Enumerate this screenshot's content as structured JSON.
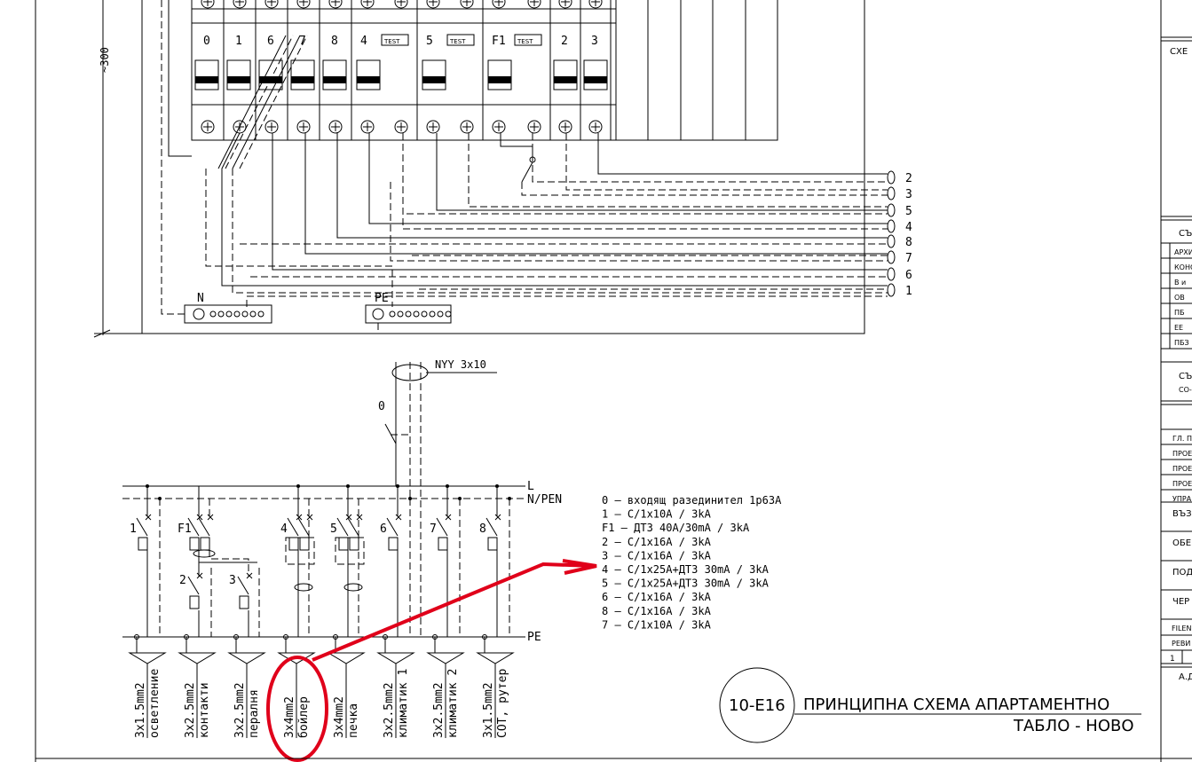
{
  "top_panel": {
    "dimension": "~300",
    "breakers": [
      {
        "label": "0",
        "test": ""
      },
      {
        "label": "1",
        "test": ""
      },
      {
        "label": "6",
        "test": ""
      },
      {
        "label": "7",
        "test": ""
      },
      {
        "label": "8",
        "test": ""
      },
      {
        "label": "4",
        "test": "TEST"
      },
      {
        "label": "5",
        "test": "TEST"
      },
      {
        "label": "F1",
        "test": "TEST"
      },
      {
        "label": "2",
        "test": ""
      },
      {
        "label": "3",
        "test": ""
      }
    ],
    "outputs": [
      "2",
      "3",
      "5",
      "4",
      "8",
      "7",
      "6",
      "1"
    ],
    "bus_n": "N",
    "bus_pe": "PE"
  },
  "single_line": {
    "cable": "NYY 3x10",
    "main_switch": "0",
    "bus_l": "L",
    "bus_npen": "N/PEN",
    "bus_pe": "PE",
    "circuit_labels": [
      "1",
      "F1",
      "2",
      "3",
      "4",
      "5",
      "6",
      "7",
      "8"
    ],
    "legend": [
      "0  –  входящ разединител 1р63А",
      "1  –  С/1х10А  /  3kA",
      "F1 –  ДТЗ  40А/30mA  /  3kA",
      "2  –  С/1х16А  /  3kA",
      "3  –  С/1х16А  /  3kA",
      "4  –  С/1х25А+ДТЗ  30mA  /  3kA",
      "5  –  С/1х25А+ДТЗ  30mA  /  3kA",
      "6  –  С/1х16А  /  3kA",
      "8  –  С/1х16А  /  3kA",
      "7  –  С/1х10А  /  3kA"
    ],
    "loads": [
      {
        "cable": "3x1.5mm2",
        "name": "осветление"
      },
      {
        "cable": "3x2.5mm2",
        "name": "контакти"
      },
      {
        "cable": "3x2.5mm2",
        "name": "пералня"
      },
      {
        "cable": "3x4mm2",
        "name": "бойлер"
      },
      {
        "cable": "3x4mm2",
        "name": "печка"
      },
      {
        "cable": "3x2.5mm2",
        "name": "климатик 1"
      },
      {
        "cable": "3x2.5mm2",
        "name": "климатик 2"
      },
      {
        "cable": "3x1.5mm2",
        "name": "СОТ, рутер"
      }
    ]
  },
  "title": {
    "number": "10-E16",
    "line1": "ПРИНЦИПНА СХЕМА АПАРТАМЕНТНО",
    "line2": "ТАБЛО - НОВО"
  },
  "title_block": {
    "header": "СХЕ",
    "s1": "СЪ",
    "rows1": [
      "АРХИ",
      "КОНС",
      "В и",
      "ОВ",
      "ПБ",
      "ЕЕ",
      "ПБЗ"
    ],
    "s2": "СЪ",
    "s2_sub": "СО-",
    "rows2": [
      "ГЛ. П",
      "ПРОЕ",
      "ПРОЕ",
      "ПРОЕ",
      "УПРАВ"
    ],
    "big_rows": [
      "ВЪЗЛ",
      "ОБЕ",
      "ПОД",
      "ЧЕР"
    ],
    "file": "FILEN",
    "rev": "РЕВИ",
    "rev_num": "1",
    "bottom": "А.Д"
  },
  "colors": {
    "line": "#000000",
    "highlight": "#e0001a",
    "background": "#ffffff"
  }
}
